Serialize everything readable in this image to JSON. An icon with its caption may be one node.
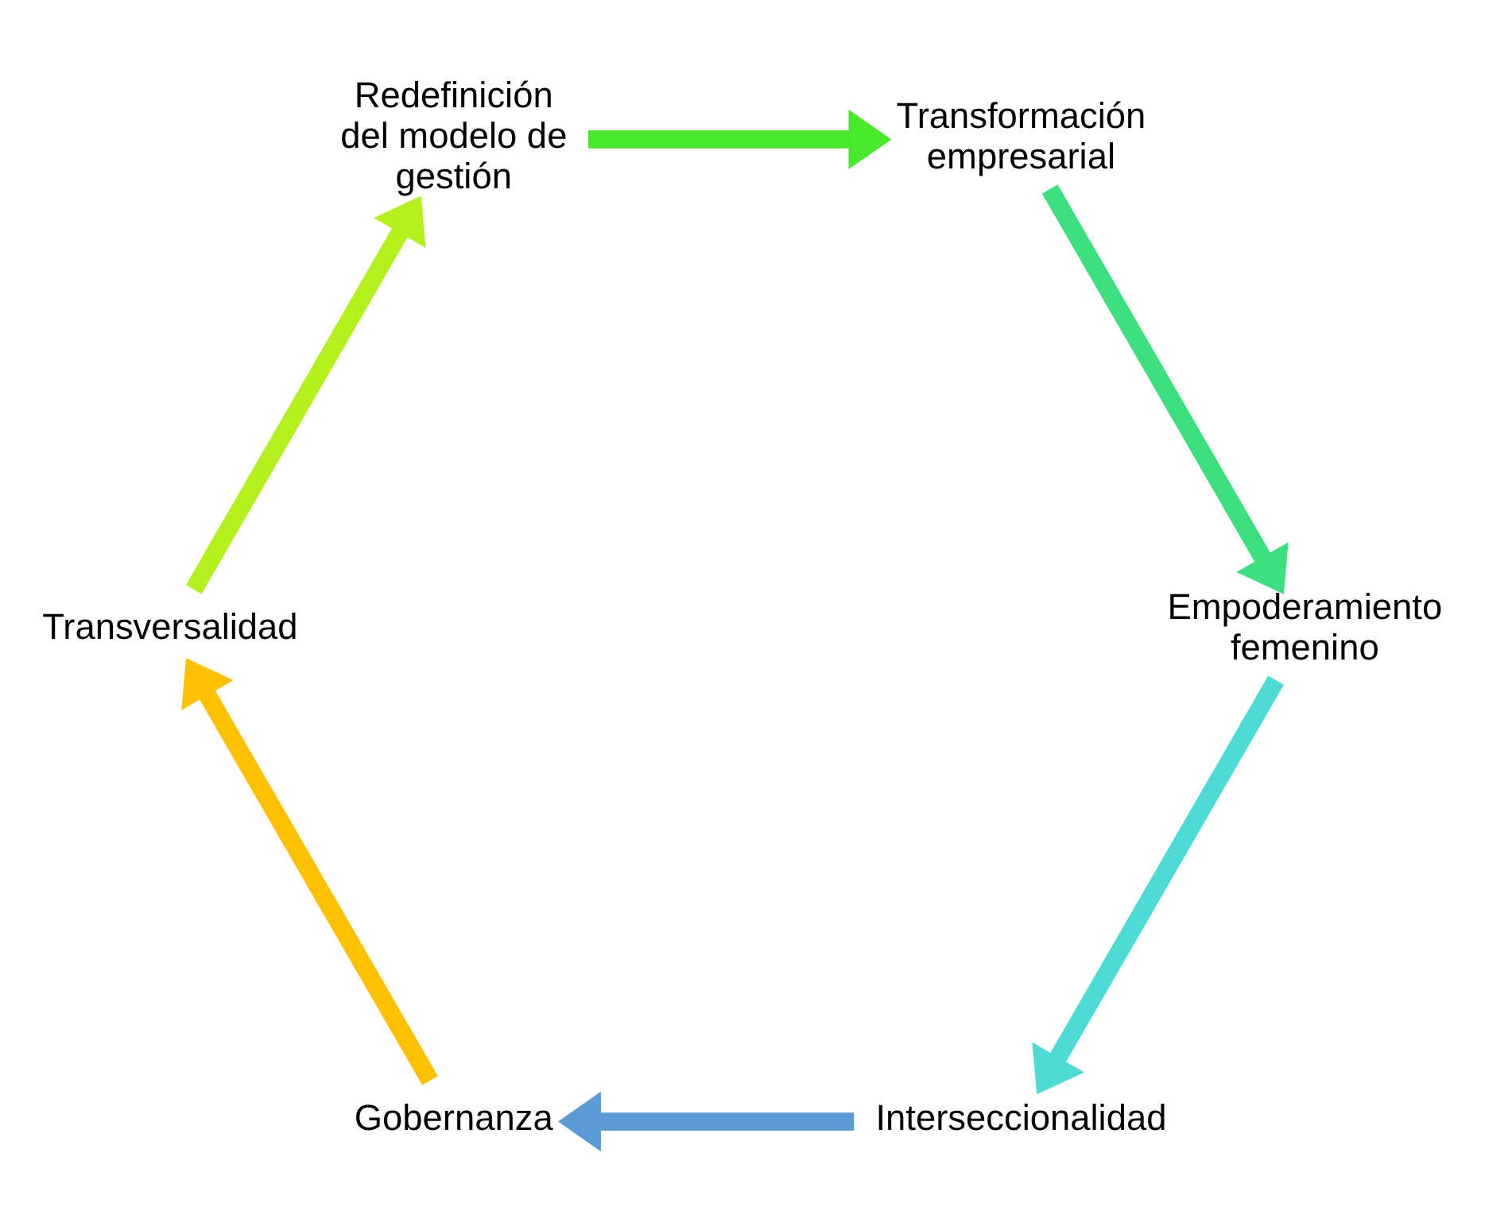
{
  "diagram": {
    "nodes": [
      {
        "text": [
          "Gobernanza"
        ]
      },
      {
        "text": [
          "Transversalidad"
        ]
      },
      {
        "text": [
          "Redefinición del modelo de gestión"
        ]
      },
      {
        "text": [
          "Transformación empresarial"
        ]
      },
      {
        "text": [
          "Empoderamiento femenino"
        ]
      },
      {
        "text": [
          "Interseccionalidad"
        ]
      }
    ],
    "edges": [
      {
        "from": 5,
        "to": 0,
        "arrow": "to",
        "color": "#5b9bd5"
      },
      {
        "from": 0,
        "to": 1,
        "arrow": "to",
        "color": "#ffc000"
      },
      {
        "from": 1,
        "to": 2,
        "arrow": "to",
        "color": "#b4f01e"
      },
      {
        "from": 2,
        "to": 3,
        "arrow": "to",
        "color": "#48e82a"
      },
      {
        "from": 3,
        "to": 4,
        "arrow": "to",
        "color": "#3ce07e"
      },
      {
        "from": 4,
        "to": 5,
        "arrow": "to",
        "color": "#4ddbd5"
      }
    ]
  }
}
